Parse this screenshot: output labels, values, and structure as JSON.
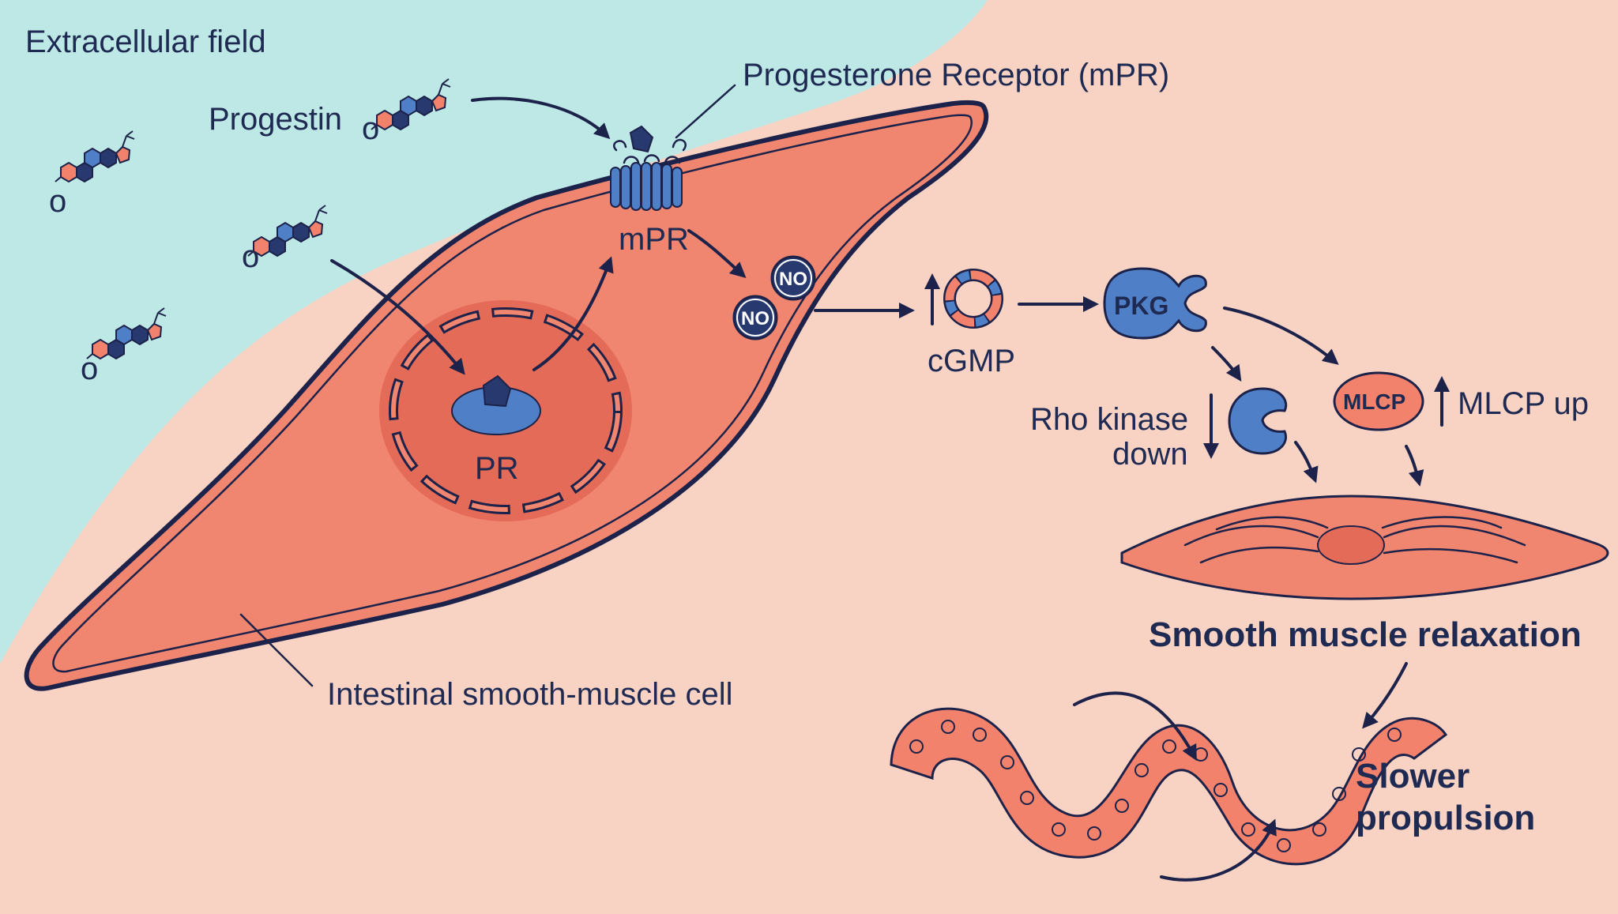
{
  "labels": {
    "extracellular": "Extracellular field",
    "progestin": "Progestin",
    "receptor_title": "Progesterone Receptor (mPR)",
    "mpr": "mPR",
    "pr": "PR",
    "no": "NO",
    "cgmp": "cGMP",
    "pkg": "PKG",
    "mlcp": "MLCP",
    "mlcp_up": "MLCP up",
    "rho_line1": "Rho kinase",
    "rho_line2": "down",
    "cell": "Intestinal smooth-muscle cell",
    "relaxation": "Smooth muscle relaxation",
    "slower_line1": "Slower",
    "slower_line2": "propulsion",
    "o_mark": "o"
  },
  "colors": {
    "teal_bg": "#bde8e6",
    "peach_bg": "#f8d3c4",
    "cell_fill": "#f08570",
    "outline": "#1c2249",
    "blue": "#4f7fc6",
    "navy": "#27396e",
    "salmon": "#f2826b"
  },
  "icons": [
    "steroid-molecule-icon",
    "membrane-receptor-icon",
    "nuclear-receptor-icon",
    "cgmp-ring-icon",
    "pkg-enzyme-icon",
    "rho-kinase-icon",
    "relaxed-muscle-cell-icon",
    "intestine-wall-icon",
    "up-arrow-icon",
    "down-arrow-icon"
  ]
}
